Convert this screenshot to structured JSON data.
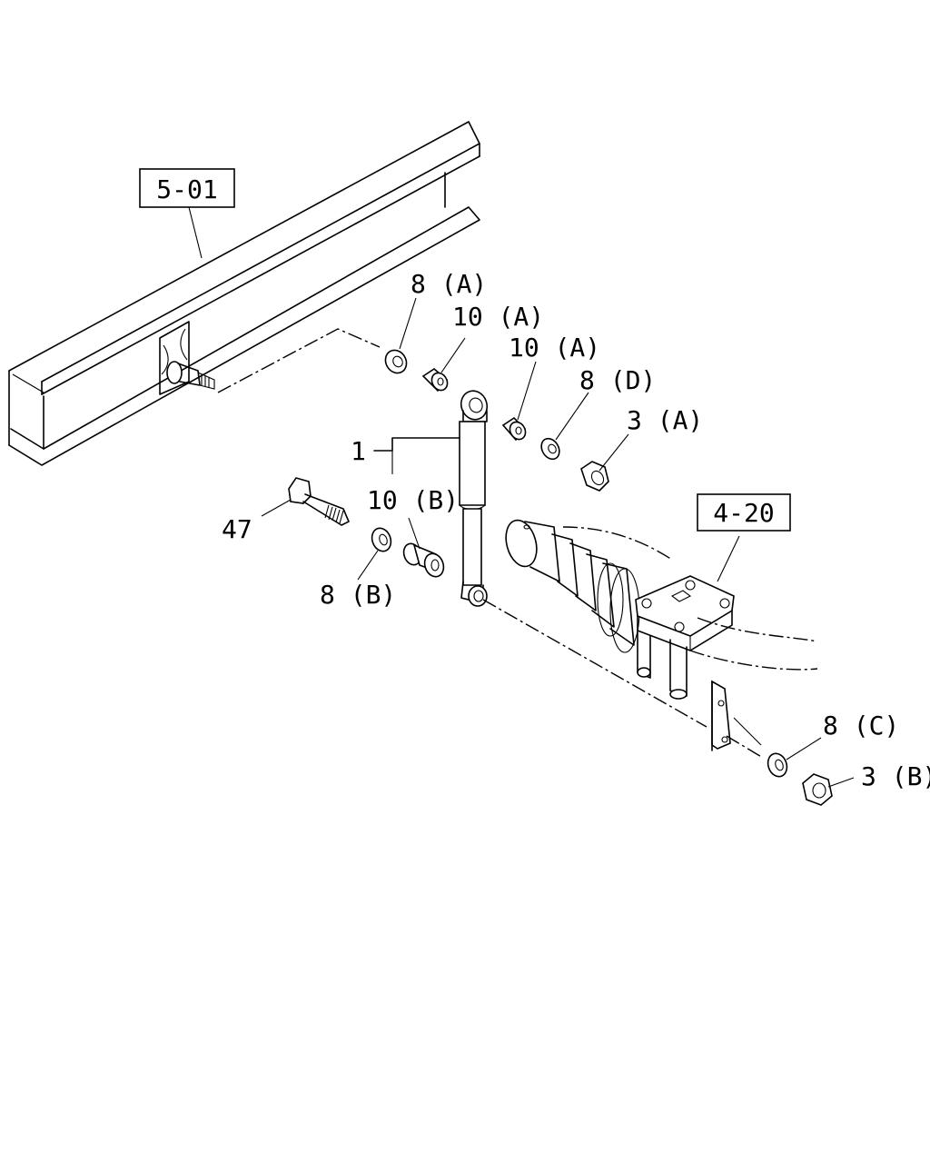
{
  "references": {
    "frame": "5-01",
    "axle": "4-20"
  },
  "labels": {
    "washer_8a": "8 (A)",
    "bushing_10a_upper": "10 (A)",
    "bushing_10a_lower": "10 (A)",
    "washer_8d": "8 (D)",
    "nut_3a": "3 (A)",
    "shock_absorber": "1",
    "bushing_10b": "10 (B)",
    "bolt_47": "47",
    "washer_8b": "8 (B)",
    "washer_8c": "8 (C)",
    "nut_3b": "3 (B)"
  }
}
